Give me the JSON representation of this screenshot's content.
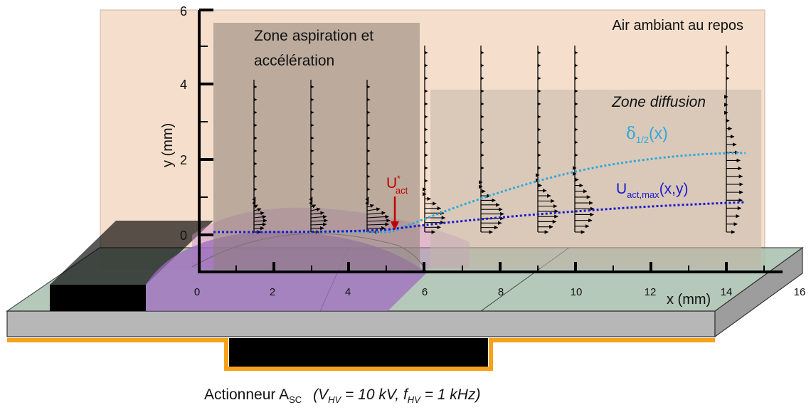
{
  "zones": {
    "ambient_label": "Air ambiant au repos",
    "aspiration_line1": "Zone aspiration et",
    "aspiration_line2": "accélération",
    "diffusion_label": "Zone diffusion"
  },
  "axes": {
    "y_label": "y (mm)",
    "x_label": "x (mm)",
    "x_ticks": [
      "0",
      "2",
      "4",
      "6",
      "8",
      "10",
      "12",
      "14",
      "16"
    ],
    "y_ticks": [
      "0",
      "2",
      "4",
      "6"
    ]
  },
  "annotations": {
    "u_act_main": "U",
    "u_act_sup": "*",
    "u_act_sub": "act",
    "delta_main": "δ",
    "delta_sub": "1/2",
    "delta_tail": "(x)",
    "umax_main": "U",
    "umax_sub": "act,max",
    "umax_tail": "(x,y)"
  },
  "caption": {
    "text": "Actionneur A",
    "sub": "SC",
    "params_open": "(V",
    "vhv_sub": "HV",
    "vhv_val": " = 10 kV, f",
    "fhv_sub": "HV",
    "fhv_val": " = 1 kHz)"
  },
  "colors": {
    "ambient_fill": "#f5dfcc",
    "zone_box_fill": "#8c7f77",
    "plate_top": "#a8c0ad",
    "plate_side": "#b7b7b7",
    "electrode": "#000000",
    "buried_outline": "#f7a21b",
    "plasma": "#9f6bc2",
    "delta_curve": "#2fa8dc",
    "umax_curve": "#1a1acf",
    "u_act_arrow": "#c00000"
  }
}
